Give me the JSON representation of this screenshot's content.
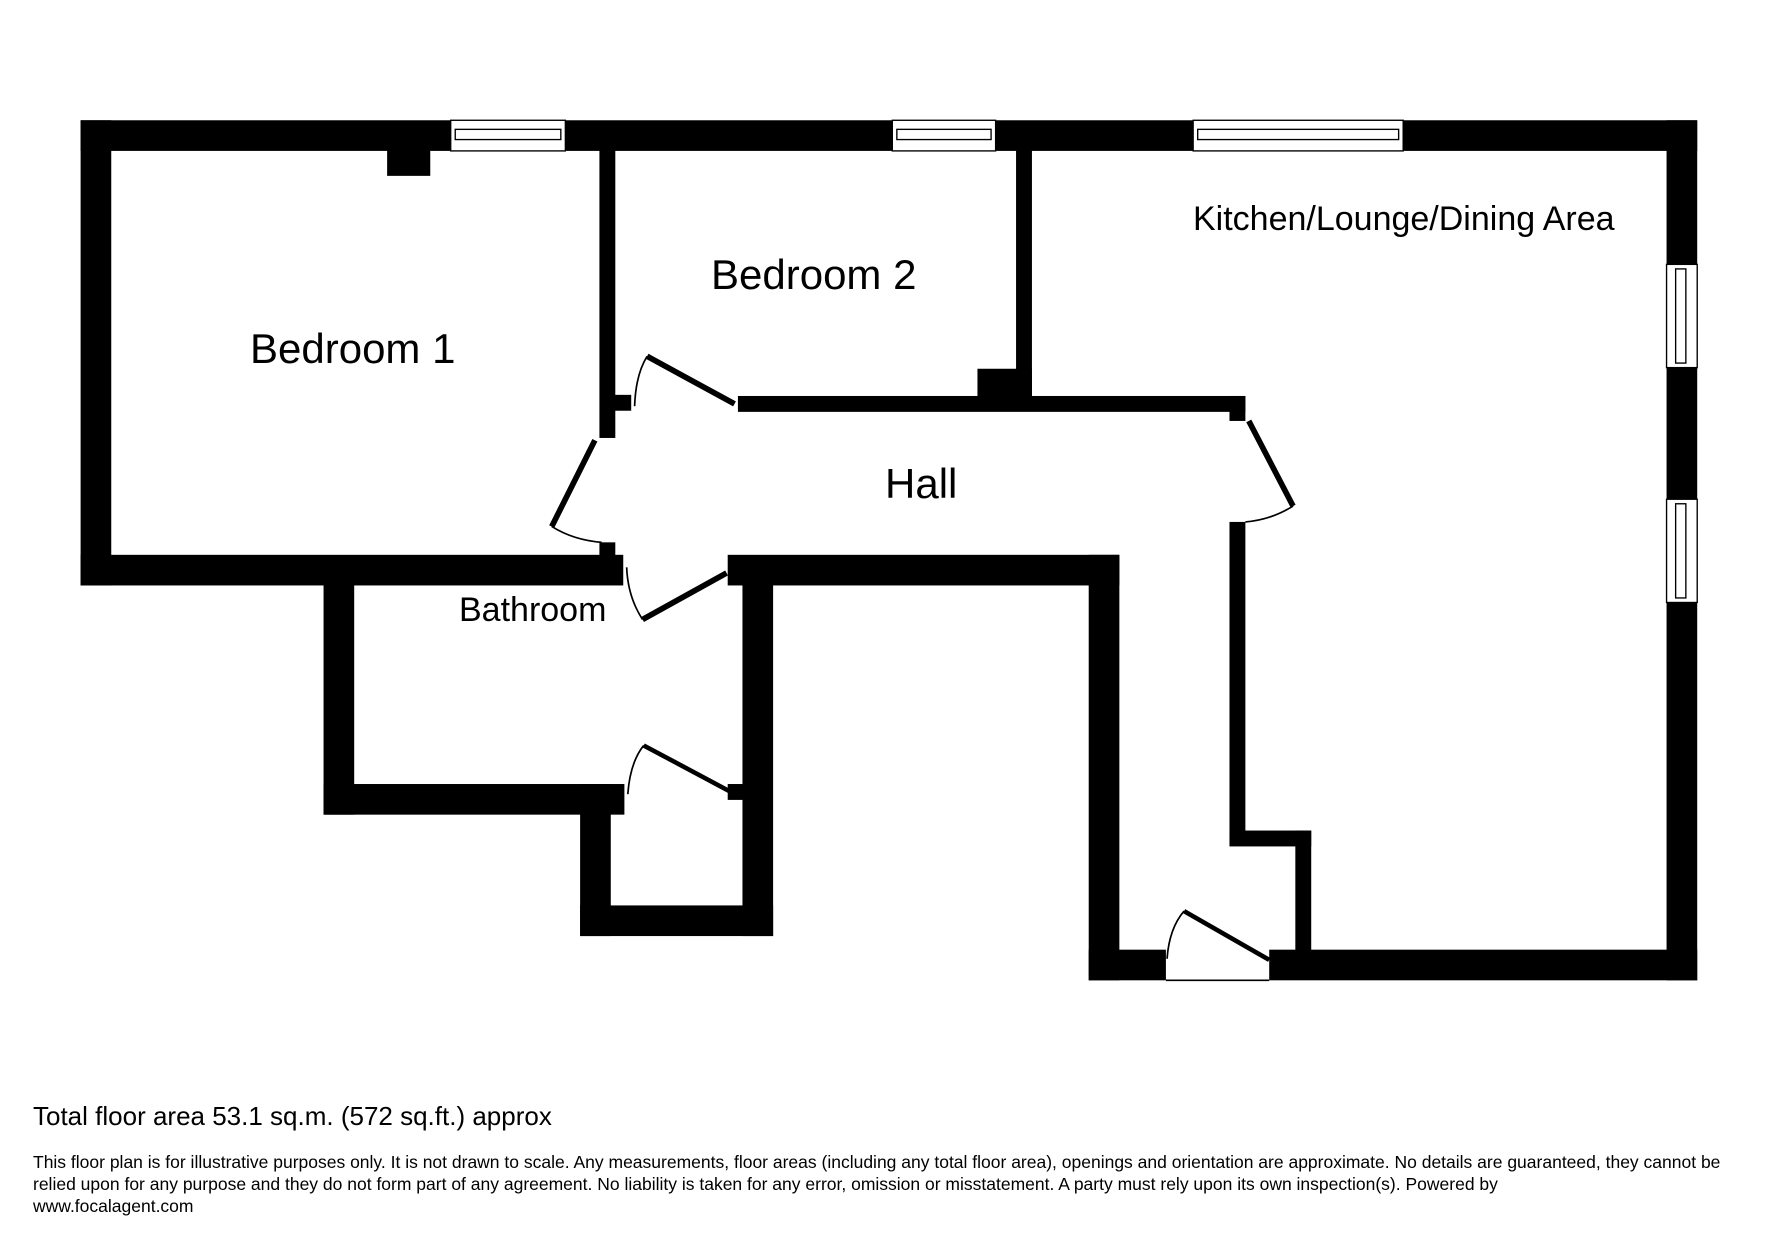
{
  "rooms": {
    "bedroom1": "Bedroom 1",
    "bedroom2": "Bedroom 2",
    "kitchen": "Kitchen/Lounge/Dining Area",
    "hall": "Hall",
    "bathroom": "Bathroom"
  },
  "footer": {
    "total_area": "Total floor area 53.1 sq.m. (572 sq.ft.) approx",
    "disclaimer": "This floor plan is for illustrative purposes only. It is not drawn to scale. Any measurements, floor areas (including any total floor area), openings and orientation are approximate. No details are guaranteed, they cannot be relied upon for any purpose and they do not form part of any agreement. No liability is taken for any error, omission or misstatement. A party must rely upon its own inspection(s). Powered by",
    "website": "www.focalagent.com"
  },
  "colors": {
    "wall": "#000000",
    "background": "#ffffff"
  }
}
